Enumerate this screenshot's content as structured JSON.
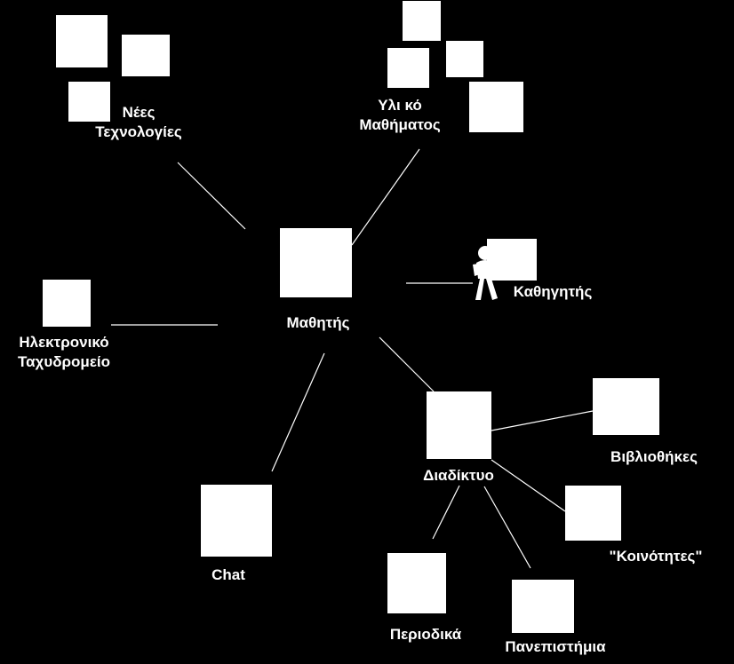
{
  "colors": {
    "background": "#000000",
    "foreground": "#ffffff"
  },
  "nodes": {
    "student": {
      "label": "Μαθητής"
    },
    "new_tech": {
      "line1": "Νέες",
      "line2": "Τεχνολογίες"
    },
    "course_material": {
      "line1": "Υλι κό",
      "line2": "Μαθήματος"
    },
    "teacher": {
      "label": "Καθηγητής",
      "icon": "person-icon"
    },
    "email": {
      "line1": "Ηλεκτρονικό",
      "line2": "Ταχυδρομείο"
    },
    "internet": {
      "label": "Διαδίκτυο"
    },
    "libraries": {
      "label": "Βιβλιοθήκες"
    },
    "communities": {
      "label": "\"Κοινότητες\""
    },
    "chat": {
      "label": "Chat"
    },
    "journals": {
      "label": "Περιοδικά"
    },
    "universities": {
      "label": "Πανεπιστήμια"
    }
  }
}
